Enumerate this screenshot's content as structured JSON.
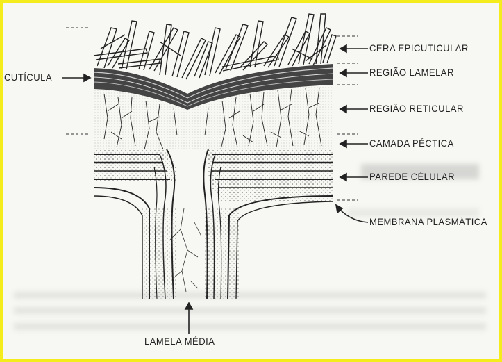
{
  "labels": {
    "cutícula": "CUTÍCULA",
    "cera": "CERA EPICUTICULAR",
    "lamelar": "REGIÃO LAMELAR",
    "reticular": "REGIÃO RETICULAR",
    "pectica": "CAMADA PÉCTICA",
    "parede": "PAREDE CÉLULAR",
    "membrana": "MEMBRANA PLASMÁTICA",
    "lamela": "LAMELA MÉDIA"
  },
  "colors": {
    "frame_border": "#f5ec1e",
    "ink": "#222222",
    "background": "#f7f7f3"
  }
}
